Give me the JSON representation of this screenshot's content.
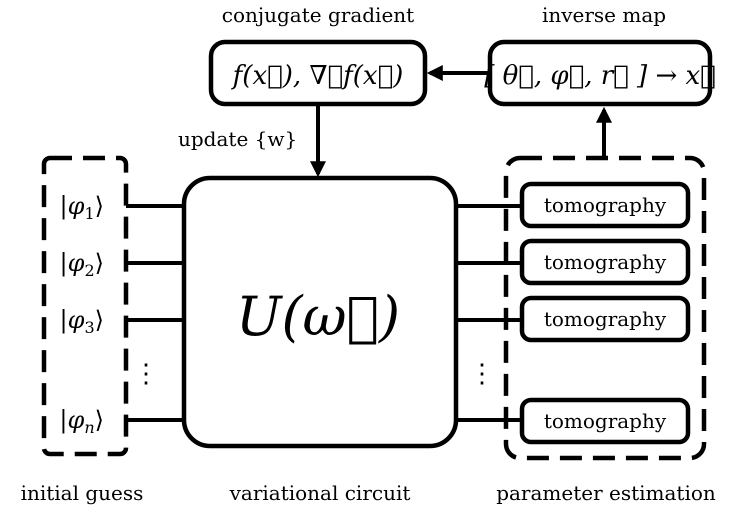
{
  "labels": {
    "conjugate_gradient": "conjugate gradient",
    "inverse_map": "inverse map",
    "update": "update {w}",
    "initial_guess": "initial guess",
    "variational_circuit": "variational circuit",
    "parameter_estimation": "parameter estimation"
  },
  "boxes": {
    "gradient_formula": "f(x⃗), ∇⃗f(x⃗)",
    "inverse_formula": "[ θ⃗, φ⃗, r⃗ ] → x⃗",
    "unitary": "U(ω⃗)"
  },
  "input_states": [
    {
      "sub": "1"
    },
    {
      "sub": "2"
    },
    {
      "sub": "3"
    },
    {
      "sub": "n"
    }
  ],
  "state_symbol": "φ",
  "tomography_label": "tomography",
  "tomography_count": 4,
  "ellipsis": "⋮",
  "colors": {
    "stroke": "#000000",
    "background": "#ffffff"
  }
}
